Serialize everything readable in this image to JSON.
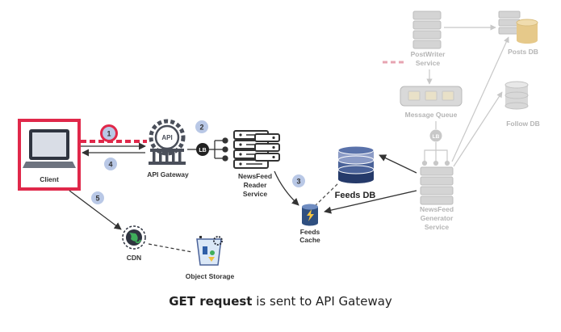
{
  "nodes": {
    "client": "Client",
    "api_gateway": "API Gateway",
    "api_badge": "API",
    "lb": "LB",
    "lb_faded": "LB",
    "reader_l1": "NewsFeed",
    "reader_l2": "Reader",
    "reader_l3": "Service",
    "feeds_db": "Feeds DB",
    "feeds_cache_l1": "Feeds",
    "feeds_cache_l2": "Cache",
    "cdn": "CDN",
    "object_storage": "Object Storage",
    "postwriter_l1": "PostWriter",
    "postwriter_l2": "Service",
    "posts_db": "Posts DB",
    "message_queue": "Message Queue",
    "follow_db": "Follow DB",
    "generator_l1": "NewsFeed",
    "generator_l2": "Generator",
    "generator_l3": "Service"
  },
  "steps": {
    "s1": "1",
    "s2": "2",
    "s3": "3",
    "s4": "4",
    "s5": "5"
  },
  "caption": {
    "bold": "GET request",
    "rest": " is sent to API Gateway"
  },
  "colors": {
    "highlight": "#e0284a",
    "step_badge": "#b9c8e6",
    "db_dark": "#253a6a",
    "db_mid": "#4a6299",
    "db_light": "#8b9bc6",
    "faded": "#cfcfcf"
  }
}
